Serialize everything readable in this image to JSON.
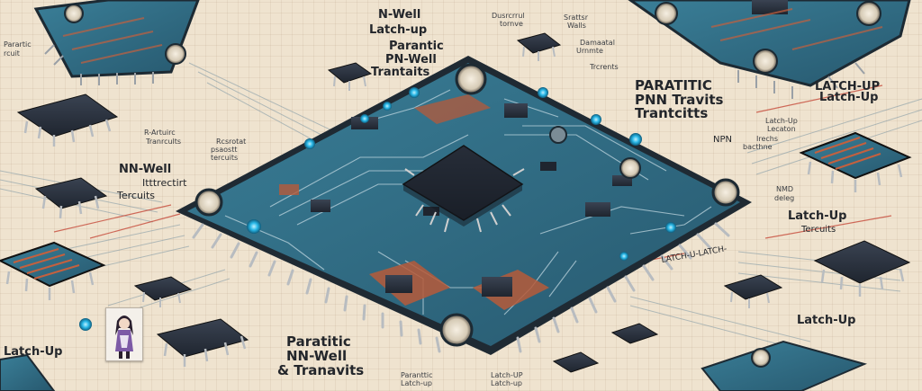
{
  "labels": {
    "top_center_1": "N-Well",
    "top_center_2": "Latch-up",
    "top_center_3": "Parantic",
    "top_center_4": "PN-Well",
    "top_center_5": "Trantaits",
    "top_small_1": "Dusrcrrul",
    "top_small_1b": "tornve",
    "top_small_2": "Srattsr",
    "top_small_2b": "Walls",
    "top_small_3": "Damaatal",
    "top_small_3b": "Urnmte",
    "top_small_4": "Trcrents",
    "left_small_1": "Parartic",
    "left_small_1b": "rcuit",
    "mid_left_small_1": "R-Artuirc",
    "mid_left_small_1b": "Tranrcults",
    "mid_left_small_2": "Rcsrotat",
    "mid_left_small_2b": "psaostt",
    "mid_left_small_2c": "tercuits",
    "left_block_1": "NN-Well",
    "left_block_2": "Itttrectirt",
    "left_block_3": "Tercuits",
    "right_mid_1": "PARATITIC",
    "right_mid_2": "PNN Travits",
    "right_mid_3": "Trantcitts",
    "right_top": "LATCH-UP",
    "right_top_2": "Latch-Up",
    "right_small_1": "Latch-Up",
    "right_small_1b": "Lecaton",
    "right_small_2": "NPN",
    "right_small_3": "Irechs",
    "right_small_3b": "bacthne",
    "right_small_4": "NMD",
    "right_small_4b": "deleg",
    "right_latch_1": "Latch-Up",
    "right_latch_1b": "Tercuits",
    "right_latch_diag": "LATCH-U-LATCH-",
    "right_latch_bottom": "Latch-Up",
    "bottom_left": "Latch-Up",
    "bottom_center_1": "Paratitic",
    "bottom_center_2": "NN-Well",
    "bottom_center_3": "& Tranavits",
    "bottom_small_1": "Paranttic",
    "bottom_small_1b": "Latch-up",
    "bottom_small_2": "Latch-UP",
    "bottom_small_2b": "Latch-up"
  },
  "colors": {
    "board": "#2f6d86",
    "board_edge": "#24303b",
    "trace": "#bfd6df",
    "pin": "#c9c9c9",
    "chip": "#2b3340",
    "accent_led": "#1fb6e8",
    "copper": "#c4603e"
  }
}
